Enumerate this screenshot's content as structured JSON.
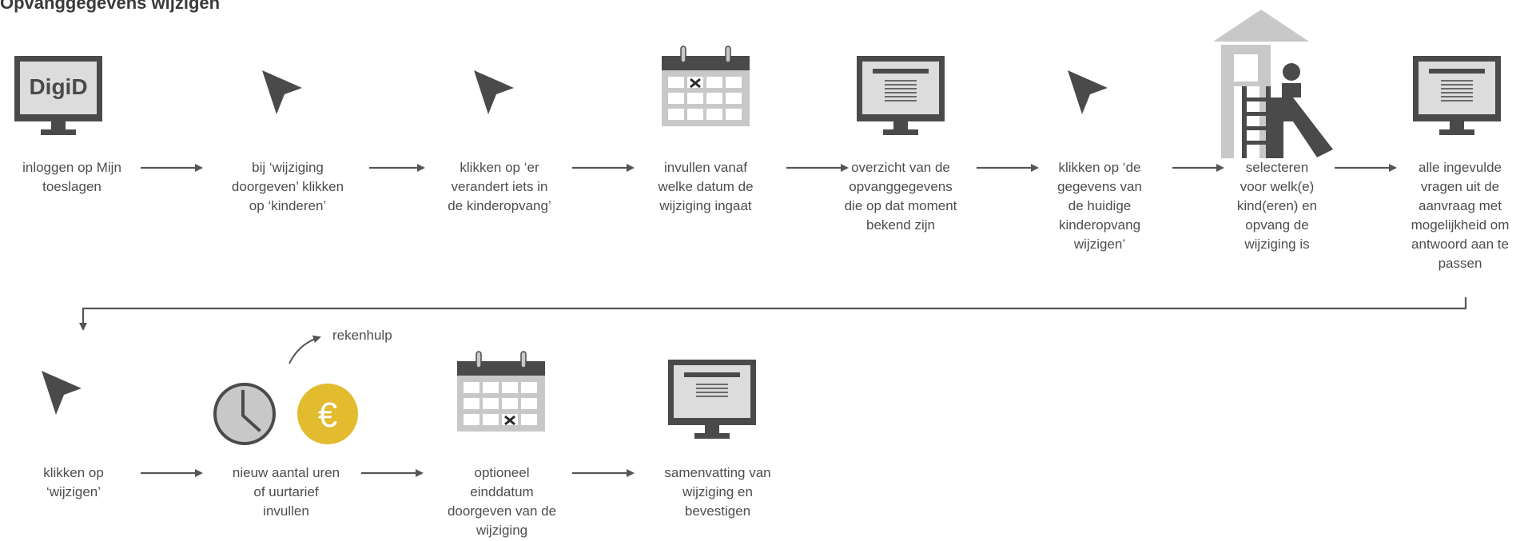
{
  "title": "Opvanggegevens wijzigen",
  "digid_label": "DigiD",
  "steps": [
    {
      "label": "inloggen op Mijn\ntoeslagen"
    },
    {
      "label": "bij ‘wijziging\ndoorgeven’ klikken\nop ‘kinderen’"
    },
    {
      "label": "klikken op ‘er\nverandert iets in\nde kinderopvang’"
    },
    {
      "label": "invullen vanaf\nwelke datum de\nwijziging ingaat"
    },
    {
      "label": "overzicht van de\nopvanggegevens\ndie op dat moment\nbekend zijn"
    },
    {
      "label": "klikken op ‘de\ngegevens van\nde huidige\nkinderopvang\nwijzigen’"
    },
    {
      "label": "selecteren\nvoor welk(e)\nkind(eren) en\nopvang de\nwijziging is"
    },
    {
      "label": "alle ingevulde\nvragen uit de\naanvraag met\nmogelijkheid om\nantwoord aan te\npassen"
    },
    {
      "label": "klikken op\n‘wijzigen’"
    },
    {
      "label": "nieuw aantal uren\nof uurtarief\ninvullen"
    },
    {
      "label": "optioneel\neinddatum\ndoorgeven van de\nwijziging"
    },
    {
      "label": "samenvatting van\nwijziging en\nbevestigen"
    }
  ],
  "side_note": "rekenhulp",
  "currency_symbol": "€",
  "colors": {
    "dark": "#4a4a4a",
    "light": "#c8c8c8",
    "arrow": "#555555",
    "gold": "#e2bb2f"
  },
  "icons": [
    "monitor-digid-icon",
    "cursor-icon",
    "cursor-icon",
    "calendar-icon",
    "monitor-overview-icon",
    "cursor-icon",
    "playground-icon",
    "monitor-overview-icon",
    "cursor-icon",
    "clock-icon",
    "euro-coin-icon",
    "calendar-icon",
    "monitor-overview-icon"
  ]
}
